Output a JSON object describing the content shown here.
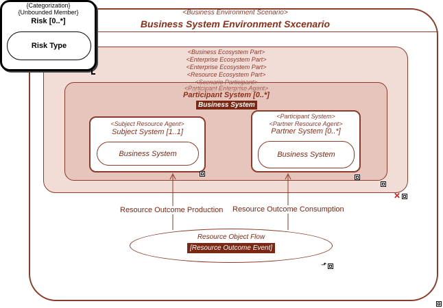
{
  "scenario": {
    "stereotype": "<Business Environment Scenario>",
    "title": "Business System Environment Sxcenario"
  },
  "risk": {
    "stereotypes": [
      "{Categorization}",
      "{Unbounded Member}"
    ],
    "name": "Risk [0..*]",
    "type_label": "Risk Type"
  },
  "ecosystem_part": {
    "stereotypes": [
      "<Business Ecosystem Part>",
      "<Enterprise Ecosystem Part>",
      "<Enterprise Ecosystem Part>",
      "<Resource Ecosystem Part>"
    ],
    "overlapped_stereotypes": [
      "<Scenario Participant>",
      "<Participant Enterprise Agent>"
    ],
    "ghost_title": "Participant System [0..*]",
    "title": "Participant System [0..*]",
    "badge": "Business System"
  },
  "subject_system": {
    "stereotype": "<Subject Resource Agent>",
    "title": "Subject System [1..1]",
    "inner_label": "Business System"
  },
  "partner_system": {
    "stereotypes": [
      "<Participant System>",
      "<Partner Resource Agent>"
    ],
    "title": "Partner System [0..*]",
    "inner_label": "Business System"
  },
  "flows": {
    "production": "Resource Outcome Production",
    "consumption": "Resource Outcome Consumption"
  },
  "resource_flow": {
    "title": "Resource Object Flow",
    "badge": "[Resource Outcome Event]"
  },
  "colors": {
    "border": "#8b3a2a",
    "accent": "#7a2814",
    "outer_fill": "#ffffff",
    "part_fill": "#f2dcd6",
    "inner_fill": "#e6c5bc"
  },
  "icons": [
    "expand-icon",
    "delete-icon",
    "arrow-up-icon"
  ]
}
